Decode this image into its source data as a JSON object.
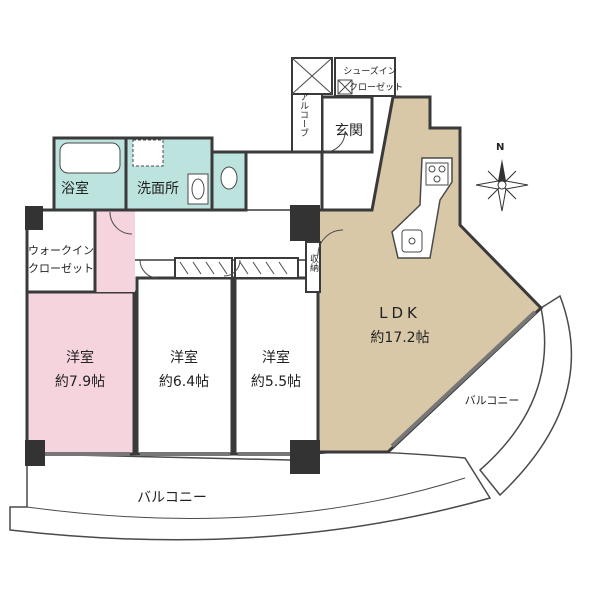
{
  "plan": {
    "compass": {
      "label": "N"
    },
    "colors": {
      "wall": "#3a3a3a",
      "pillar": "#333333",
      "ldk": "#d8c8a8",
      "bedroom1": "#f5d4de",
      "bedroom": "#ffffff",
      "wet": "#bde3df",
      "balcony": "#ffffff",
      "line": "#4a4a4a"
    },
    "rooms": {
      "ldk_name": "LDK",
      "ldk_size": "約17.2帖",
      "western1_name": "洋室",
      "western1_size": "約7.9帖",
      "western2_name": "洋室",
      "western2_size": "約6.4帖",
      "western3_name": "洋室",
      "western3_size": "約5.5帖",
      "bath": "浴室",
      "washroom": "洗面所",
      "entrance": "玄関",
      "alcove": "アルコーブ",
      "storage": "収納",
      "wic_line1": "ウォークイン",
      "wic_line2": "クローゼット",
      "shoes_line1": "シューズイン",
      "shoes_line2": "クローゼット",
      "balcony_bottom": "バルコニー",
      "balcony_right": "バルコニー"
    }
  }
}
